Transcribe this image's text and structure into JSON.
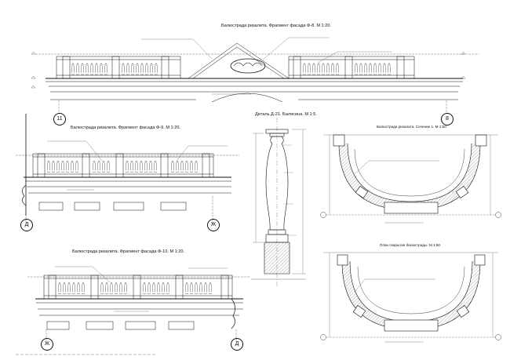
{
  "titles": {
    "f8": "Балюстрада ризалита. Фрагмент фасада Ф-8.  М 1:20.",
    "f9": "Балюстрада ризалита. Фрагмент фасада Ф-9.  М 1:20.",
    "f10": "Балюстрада ризалита. Фрагмент фасада Ф-10.  М 1:20.",
    "detail": "Деталь Д-21. Балясина. М 1:5.",
    "section": "Балюстрада ризалита. Сечение 1. М 1:50.",
    "plan": "План покрытия балюстрады. М 1:50."
  },
  "axes": {
    "f8_left": "11",
    "f8_right": "8",
    "f9_left": "Д",
    "f9_right": "Ж",
    "f10_left": "Ж",
    "f10_right": "Д"
  },
  "colors": {
    "ink": "#111111",
    "paper": "#ffffff",
    "hatch": "#555555"
  }
}
